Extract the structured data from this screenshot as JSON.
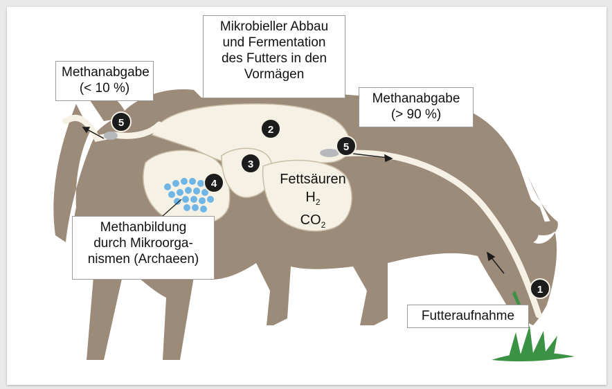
{
  "labels": {
    "methane_rear": [
      "Methanabgabe",
      "(< 10 %)"
    ],
    "microbial": [
      "Mikrobieller Abbau",
      "und Fermentation",
      "des Futters in den",
      "Vormägen"
    ],
    "methane_front": [
      "Methanabgabe",
      "(> 90 %)"
    ],
    "acids": {
      "line1": "Fettsäuren",
      "h2": "H",
      "h2_sub": "2",
      "co2": "CO",
      "co2_sub": "2"
    },
    "methanogenesis": [
      "Methanbildung",
      "durch Mikroorga-",
      "nismen (Archaeen)"
    ],
    "intake": "Futteraufnahme"
  },
  "markers": [
    "1",
    "2",
    "3",
    "4",
    "5",
    "5"
  ],
  "colors": {
    "cow": "#9d8b7a",
    "stomach": "#f5f1e4",
    "dots": "#6fb5e6",
    "grass": "#3b9144",
    "marker": "#1c1c1c"
  }
}
